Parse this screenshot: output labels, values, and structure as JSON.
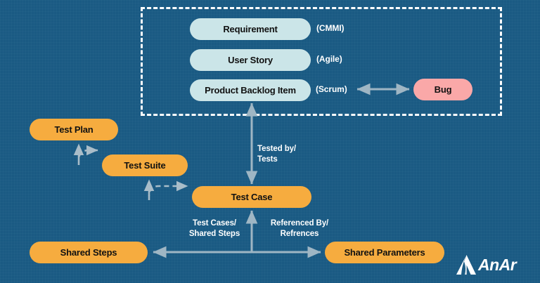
{
  "diagram": {
    "title": "Azure DevOps Test Artifacts Relationship Diagram",
    "background_color": "#1a5a83",
    "colors": {
      "background": "#1a5a83",
      "orange_node": "#f6ac3f",
      "lightblue_node": "#cbe5e8",
      "pink_node": "#faa8a8",
      "arrow": "#9fb6c4",
      "dashed_border": "#ffffff",
      "label_text": "#ffffff",
      "node_text": "#111111"
    },
    "group_box": {
      "name": "work-item-types-group",
      "style": "dashed"
    },
    "nodes": [
      {
        "id": "requirement",
        "label": "Requirement",
        "type": "lightblue",
        "annotation": "(CMMI)"
      },
      {
        "id": "user-story",
        "label": "User Story",
        "type": "lightblue",
        "annotation": "(Agile)"
      },
      {
        "id": "product-backlog",
        "label": "Product Backlog Item",
        "type": "lightblue",
        "annotation": "(Scrum)"
      },
      {
        "id": "bug",
        "label": "Bug",
        "type": "pink",
        "annotation": ""
      },
      {
        "id": "test-plan",
        "label": "Test Plan",
        "type": "orange",
        "annotation": ""
      },
      {
        "id": "test-suite",
        "label": "Test Suite",
        "type": "orange",
        "annotation": ""
      },
      {
        "id": "test-case",
        "label": "Test Case",
        "type": "orange",
        "annotation": ""
      },
      {
        "id": "shared-steps",
        "label": "Shared Steps",
        "type": "orange",
        "annotation": ""
      },
      {
        "id": "shared-parameters",
        "label": "Shared Parameters",
        "type": "orange",
        "annotation": ""
      }
    ],
    "edge_labels": [
      {
        "id": "tested-by",
        "text": "Tested by/\nTests"
      },
      {
        "id": "test-cases",
        "text": "Test Cases/\nShared Steps"
      },
      {
        "id": "referenced-by",
        "text": "Referenced By/\nRefrences"
      }
    ],
    "edges": [
      {
        "from": "product-backlog",
        "to": "bug",
        "style": "solid",
        "arrows": "both",
        "label": ""
      },
      {
        "from": "product-backlog",
        "to": "test-case",
        "style": "solid",
        "arrows": "both",
        "label": "Tested by/\nTests"
      },
      {
        "from": "test-suite",
        "to": "test-plan",
        "style": "dashed",
        "arrows": "both",
        "label": ""
      },
      {
        "from": "test-case",
        "to": "test-suite",
        "style": "dashed",
        "arrows": "both",
        "label": ""
      },
      {
        "from": "test-case",
        "to": "shared-steps",
        "style": "solid",
        "arrows": "both",
        "label": "Test Cases/\nShared Steps"
      },
      {
        "from": "test-case",
        "to": "shared-parameters",
        "style": "solid",
        "arrows": "both",
        "label": "Referenced By/\nRefrences"
      }
    ],
    "logo": {
      "name": "anar-logo",
      "text": "AnAr",
      "mark": "triangle-a-mark"
    }
  }
}
